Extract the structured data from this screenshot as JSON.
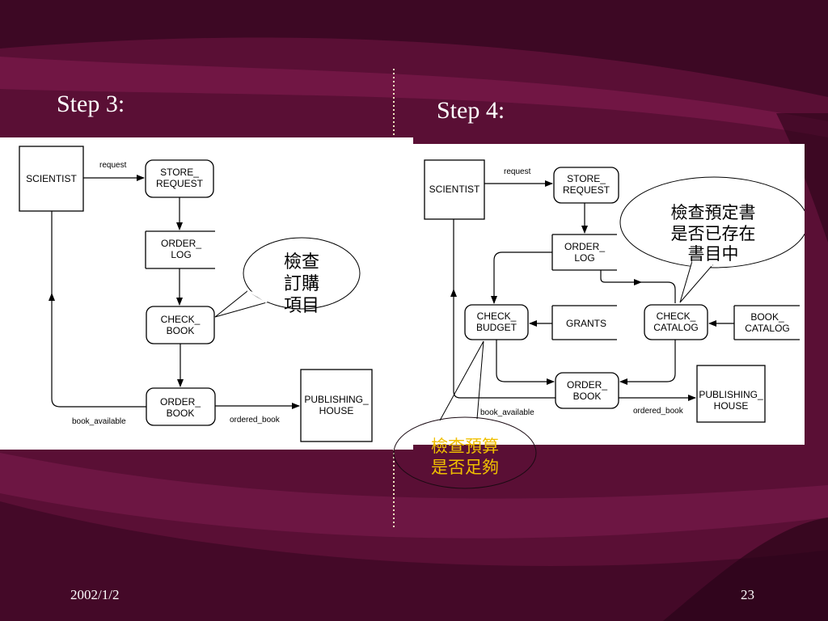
{
  "slide": {
    "left_title": "Step 3:",
    "right_title": "Step 4:",
    "date": "2002/1/2",
    "page_number": "23"
  },
  "step3": {
    "boxes": {
      "scientist": [
        "SCIENTIST"
      ],
      "store_request": [
        "STORE_",
        "REQUEST"
      ],
      "order_log": [
        "ORDER_",
        "LOG"
      ],
      "check_book": [
        "CHECK_",
        "BOOK"
      ],
      "order_book": [
        "ORDER_",
        "BOOK"
      ],
      "publishing_house": [
        "PUBLISHING_",
        "HOUSE"
      ]
    },
    "labels": {
      "request": "request",
      "book_available": "book_available",
      "ordered_book": "ordered_book"
    },
    "callout": [
      "檢查",
      "訂購",
      "項目"
    ]
  },
  "step4": {
    "boxes": {
      "scientist": [
        "SCIENTIST"
      ],
      "store_request": [
        "STORE_",
        "REQUEST"
      ],
      "order_log": [
        "ORDER_",
        "LOG"
      ],
      "check_budget": [
        "CHECK_",
        "BUDGET"
      ],
      "grants": [
        "GRANTS"
      ],
      "check_catalog": [
        "CHECK_",
        "CATALOG"
      ],
      "book_catalog": [
        "BOOK_",
        "CATALOG"
      ],
      "order_book": [
        "ORDER_",
        "BOOK"
      ],
      "publishing_house": [
        "PUBLISHING_",
        "HOUSE"
      ]
    },
    "labels": {
      "request": "request",
      "book_available": "book_available",
      "ordered_book": "ordered_book"
    },
    "callout_catalog": [
      "檢查預定書",
      "是否已存在",
      "書目中"
    ],
    "callout_budget": [
      "檢查預算",
      "是否足夠"
    ]
  },
  "colors": {
    "background": "#5a0f35",
    "callout_budget_text": "#f0c000",
    "title_text": "#ffffff"
  }
}
